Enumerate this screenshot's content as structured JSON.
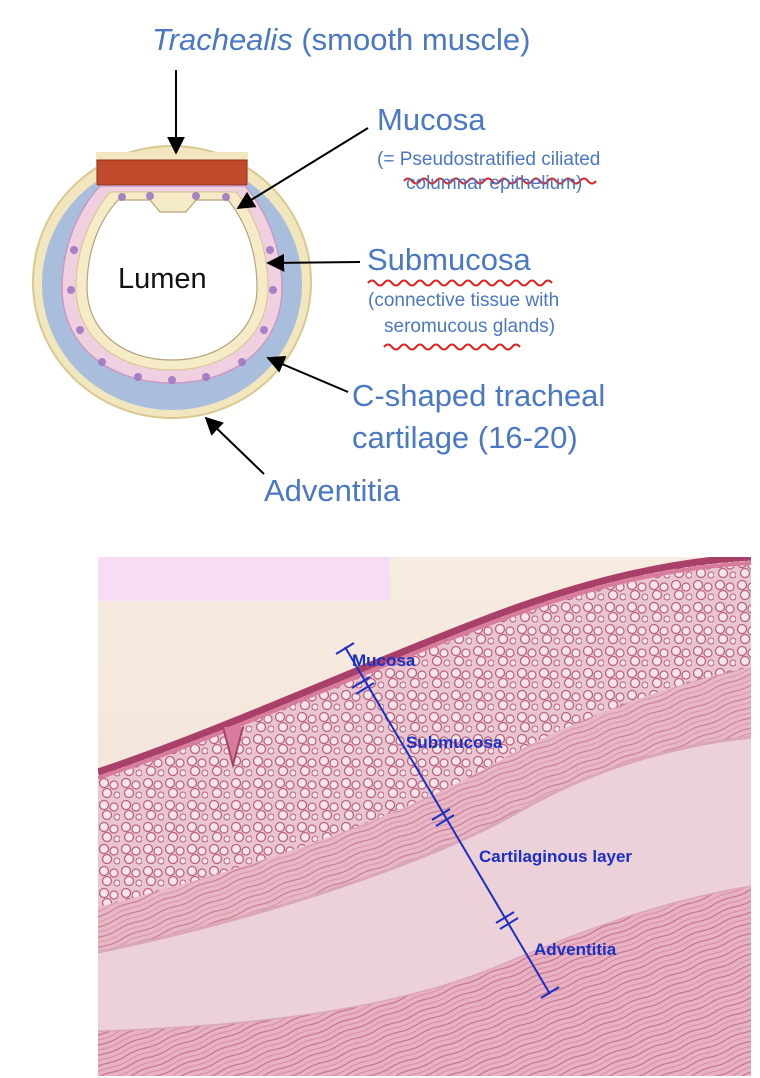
{
  "diagram": {
    "trachealis_italic": "Trachealis",
    "trachealis_rest": " (smooth muscle)",
    "mucosa": "Mucosa",
    "mucosa_note_1": "(= Pseudostratified ciliated",
    "mucosa_note_2": "columnar epithelium)",
    "submucosa": "Submucosa",
    "submucosa_note_1": "(connective tissue with",
    "submucosa_note_2": "seromucous glands)",
    "cartilage_1": "C-shaped tracheal",
    "cartilage_2": "cartilage (16-20)",
    "adventitia": "Adventitia",
    "lumen": "Lumen"
  },
  "histology": {
    "mucosa": "Mucosa",
    "submucosa": "Submucosa",
    "cartilage": "Cartilaginous layer",
    "adventitia": "Adventitia"
  },
  "colors": {
    "label_blue": "#4a78c4",
    "histo_label_blue": "#1a2fc4",
    "cartilage_blue": "#a9bedc",
    "trachealis_red": "#c24a2c",
    "spellcheck_red": "#e02020"
  }
}
